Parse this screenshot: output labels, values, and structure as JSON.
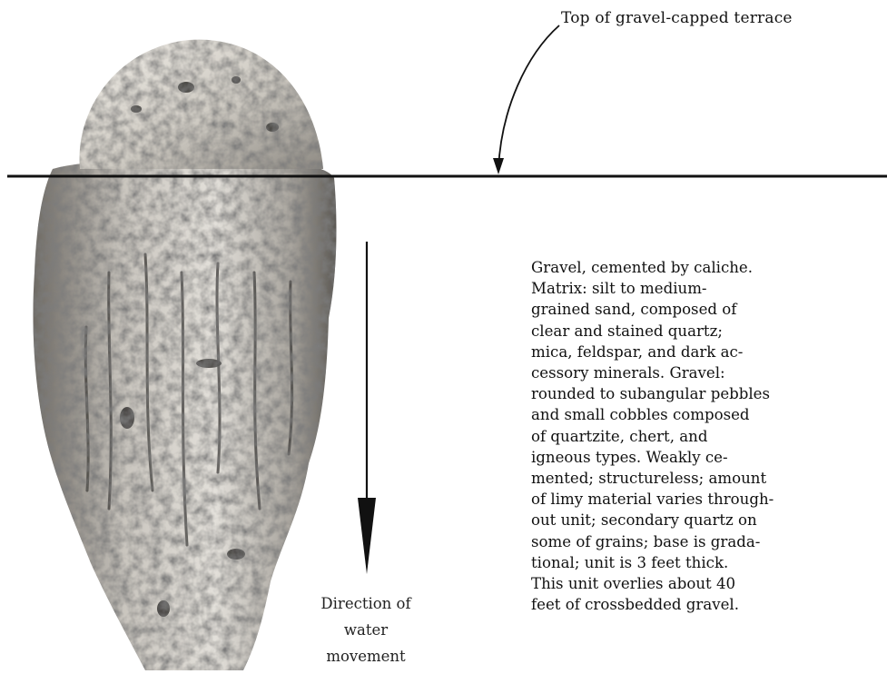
{
  "annotations": {
    "terrace_label": "Top of gravel-capped terrace",
    "direction_lines": [
      "Direction of",
      "water",
      "movement"
    ]
  },
  "description": {
    "lines": [
      "Gravel, cemented by caliche.",
      "Matrix:  silt to medium-",
      "grained sand, composed of",
      "clear and stained quartz;",
      "mica, feldspar, and dark ac-",
      "cessory minerals.  Gravel:",
      "rounded to subangular pebbles",
      "and small cobbles composed",
      "of quartzite, chert, and",
      "igneous types.  Weakly ce-",
      "mented; structureless; amount",
      "of limy material varies through-",
      "out unit; secondary quartz on",
      "some of grains; base is grada-",
      "tional; unit is 3 feet thick.",
      "This unit overlies about 40",
      "feet of crossbedded gravel."
    ]
  },
  "colors": {
    "ink": "#111111",
    "specimen_light": "#d9d6d0",
    "specimen_dark": "#3a3835"
  },
  "icons": {
    "specimen": "cemented-gravel-specimen-photo",
    "flow_arrow": "down-arrow-icon",
    "pointer": "curved-leader-arrow-icon"
  }
}
